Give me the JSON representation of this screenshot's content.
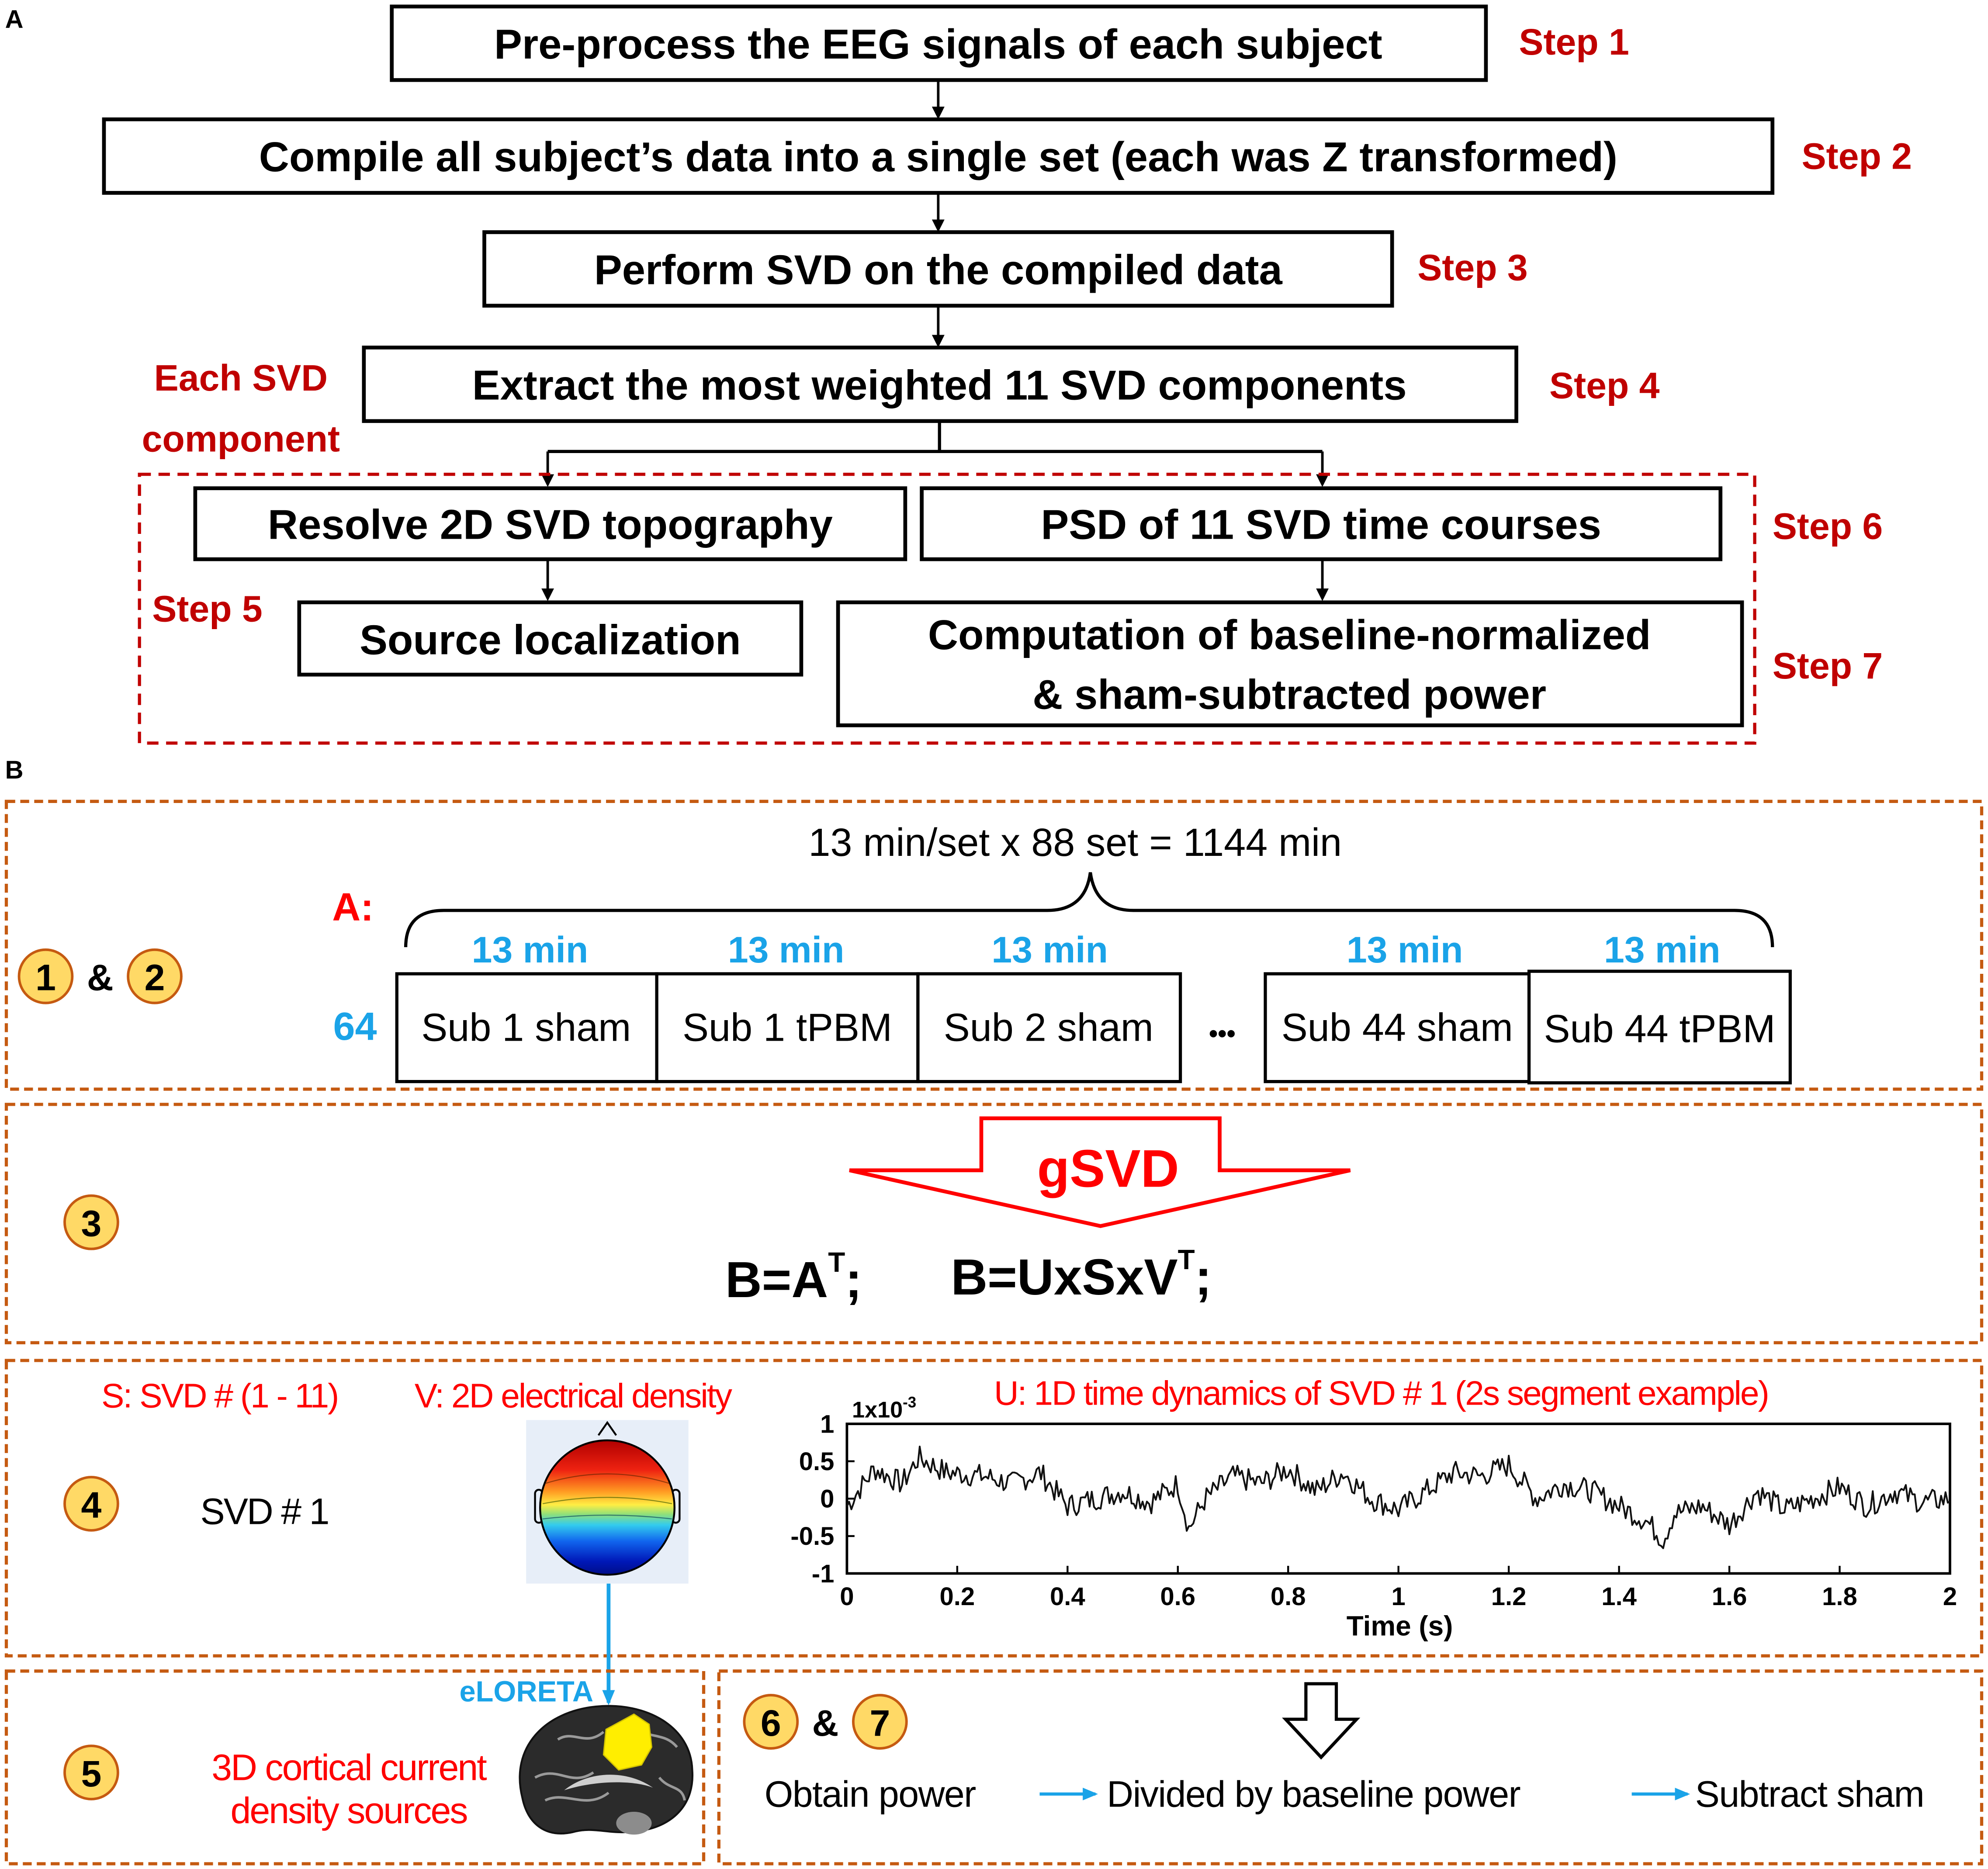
{
  "panel_a": {
    "label": "A",
    "steps": {
      "s1": "Pre-process the EEG signals of each subject",
      "s2": "Compile all subject’s data into a single set (each was Z transformed)",
      "s3": "Perform SVD on the compiled data",
      "s4": "Extract the most weighted 11 SVD components",
      "s5": "Resolve 2D SVD topography",
      "s6": "PSD of 11 SVD time courses",
      "s5b": "Source localization",
      "s7a": "Computation of baseline-normalized",
      "s7b": "& sham-subtracted power"
    },
    "step_labels": {
      "l1": "Step 1",
      "l2": "Step 2",
      "l3": "Step 3",
      "l4": "Step 4",
      "l5": "Step 5",
      "l6": "Step 6",
      "l7": "Step 7"
    },
    "each_svd_1": "Each SVD",
    "each_svd_2": "component"
  },
  "panel_b": {
    "label": "B",
    "total_formula": "13 min/set x 88 set = 1144 min",
    "matrix_label": "A:",
    "rows_label": "64",
    "seg_duration": "13 min",
    "segments": [
      "Sub 1 sham",
      "Sub 1 tPBM",
      "Sub 2 sham",
      "Sub 44 sham",
      "Sub 44 tPBM"
    ],
    "ellipsis": "•••",
    "badges": {
      "b1": "1",
      "b2": "2",
      "b3": "3",
      "b4": "4",
      "b5": "5",
      "b6": "6",
      "b7": "7"
    },
    "amp": "&",
    "gsvd": "gSVD",
    "eq1_main": "B=A",
    "eq1_sup": "T",
    "eq1_end": ";",
    "eq2_main": "B=UxSxV",
    "eq2_sup": "T",
    "eq2_end": ";",
    "s_label": "S: SVD # (1 - 11)",
    "v_label": "V: 2D electrical density",
    "u_label": "U: 1D time dynamics of SVD # 1 (2s segment example)",
    "svd1": "SVD # 1",
    "eloreta": "eLORETA",
    "cortical_1": "3D cortical current",
    "cortical_2": "density sources",
    "obtain": "Obtain power",
    "divided": "Divided by baseline power",
    "subtract": "Subtract sham"
  },
  "colors": {
    "step_red": "#c00000",
    "bright_red": "#ff0000",
    "cyan": "#1aa3e8",
    "dash_orange": "#c55a11",
    "badge_fill": "#ffd966",
    "badge_stroke": "#c55a11"
  },
  "chart_data": {
    "type": "line",
    "title": "",
    "xlabel": "Time (s)",
    "ylabel": "",
    "y_multiplier": "1x10",
    "y_multiplier_exp": "-3",
    "xlim": [
      0,
      2
    ],
    "ylim": [
      -1,
      1
    ],
    "xticks": [
      "0",
      "0.2",
      "0.4",
      "0.6",
      "0.8",
      "1",
      "1.2",
      "1.4",
      "1.6",
      "1.8",
      "2"
    ],
    "yticks": [
      "1",
      "0.5",
      "0",
      "-0.5",
      "-1"
    ],
    "x": [
      0,
      0.05,
      0.1,
      0.13,
      0.18,
      0.25,
      0.3,
      0.35,
      0.4,
      0.45,
      0.5,
      0.55,
      0.6,
      0.62,
      0.65,
      0.7,
      0.75,
      0.8,
      0.85,
      0.9,
      0.95,
      1.0,
      1.05,
      1.1,
      1.15,
      1.2,
      1.25,
      1.3,
      1.35,
      1.4,
      1.45,
      1.48,
      1.5,
      1.55,
      1.6,
      1.65,
      1.7,
      1.75,
      1.8,
      1.85,
      1.9,
      1.95,
      2.0
    ],
    "y": [
      -0.1,
      0.4,
      0.2,
      0.55,
      0.35,
      0.3,
      0.2,
      0.35,
      -0.1,
      0.0,
      0.1,
      -0.05,
      0.2,
      -0.4,
      0.0,
      0.3,
      0.2,
      0.4,
      0.1,
      0.35,
      0.0,
      -0.15,
      0.1,
      0.35,
      0.3,
      0.45,
      0.0,
      0.2,
      0.1,
      -0.1,
      -0.3,
      -0.55,
      -0.2,
      -0.1,
      -0.35,
      0.1,
      -0.15,
      0.0,
      0.15,
      -0.1,
      0.1,
      -0.05,
      0.0
    ],
    "grid": false,
    "series": [
      {
        "values_ref": "y"
      }
    ]
  }
}
